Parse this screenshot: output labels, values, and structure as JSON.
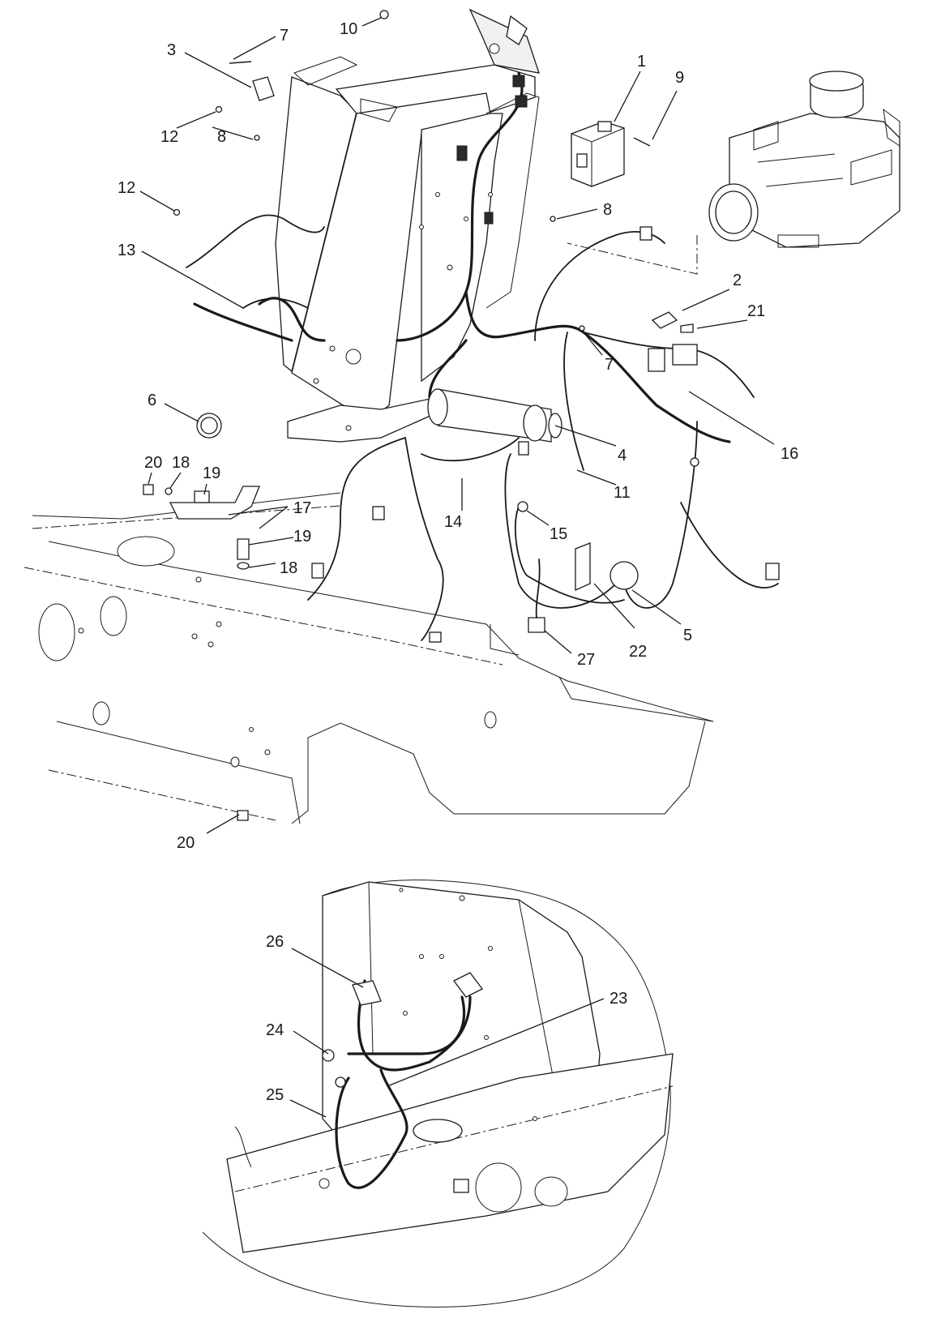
{
  "callouts": [
    {
      "id": "c1",
      "label": "1"
    },
    {
      "id": "c2",
      "label": "2"
    },
    {
      "id": "c3",
      "label": "3"
    },
    {
      "id": "c4",
      "label": "4"
    },
    {
      "id": "c5",
      "label": "5"
    },
    {
      "id": "c6",
      "label": "6"
    },
    {
      "id": "c7a",
      "label": "7"
    },
    {
      "id": "c7b",
      "label": "7"
    },
    {
      "id": "c8a",
      "label": "8"
    },
    {
      "id": "c8b",
      "label": "8"
    },
    {
      "id": "c9",
      "label": "9"
    },
    {
      "id": "c10",
      "label": "10"
    },
    {
      "id": "c11",
      "label": "11"
    },
    {
      "id": "c12a",
      "label": "12"
    },
    {
      "id": "c12b",
      "label": "12"
    },
    {
      "id": "c13",
      "label": "13"
    },
    {
      "id": "c14",
      "label": "14"
    },
    {
      "id": "c15",
      "label": "15"
    },
    {
      "id": "c16",
      "label": "16"
    },
    {
      "id": "c17",
      "label": "17"
    },
    {
      "id": "c18a",
      "label": "18"
    },
    {
      "id": "c18b",
      "label": "18"
    },
    {
      "id": "c19a",
      "label": "19"
    },
    {
      "id": "c19b",
      "label": "19"
    },
    {
      "id": "c20a",
      "label": "20"
    },
    {
      "id": "c20b",
      "label": "20"
    },
    {
      "id": "c21",
      "label": "21"
    },
    {
      "id": "c22",
      "label": "22"
    },
    {
      "id": "c23",
      "label": "23"
    },
    {
      "id": "c24",
      "label": "24"
    },
    {
      "id": "c25",
      "label": "25"
    },
    {
      "id": "c26",
      "label": "26"
    },
    {
      "id": "c27",
      "label": "27"
    }
  ]
}
